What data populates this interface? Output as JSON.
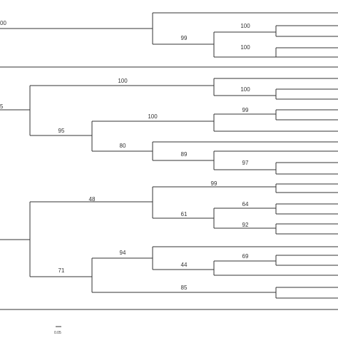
{
  "tree": {
    "support_values": {
      "n_root_top": "00",
      "n_top": "99",
      "n_top_a": "100",
      "n_top_b": "100",
      "n_mid_root": "5",
      "n_m1": "100",
      "n_m1a": "100",
      "n_m2": "95",
      "n_m3": "100",
      "n_m3a": "99",
      "n_m4": "80",
      "n_m4a": "89",
      "n_m4b": "97",
      "n_l1": "48",
      "n_l1a": "99",
      "n_l1b": "61",
      "n_l1c": "64",
      "n_l1d": "92",
      "n_l2": "71",
      "n_l3": "94",
      "n_l3a": "44",
      "n_l3b": "69",
      "n_l4": "85"
    },
    "scale_bar_label": "0.05"
  }
}
